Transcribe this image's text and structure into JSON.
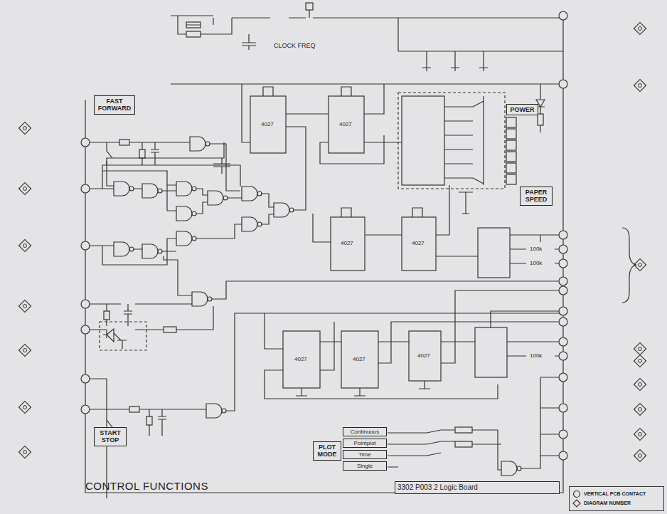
{
  "diagram": {
    "title": "CONTROL FUNCTIONS",
    "nodes": [
      {
        "text": [
          "FAST FORWARD"
        ]
      },
      {
        "text": [
          "POWER"
        ]
      },
      {
        "text": [
          "PAPER SPEED"
        ]
      },
      {
        "text": [
          "PLOT MODE"
        ]
      },
      {
        "text": [
          "Continuous"
        ]
      },
      {
        "text": [
          "Pointplot"
        ]
      },
      {
        "text": [
          "Time"
        ]
      },
      {
        "text": [
          "Single"
        ]
      },
      {
        "text": [
          "START STOP"
        ]
      },
      {
        "text": [
          "3302 P003 2 Logic Board"
        ]
      }
    ],
    "labels": [
      "CLOCK FREQ",
      "4027",
      "4027",
      "4027",
      "4027",
      "4027",
      "4027",
      "4027",
      "100k",
      "100k",
      "100k"
    ],
    "legend": [
      {
        "text": "VERTICAL PCB CONTACT"
      },
      {
        "text": "DIAGRAM NUMBER"
      }
    ]
  }
}
